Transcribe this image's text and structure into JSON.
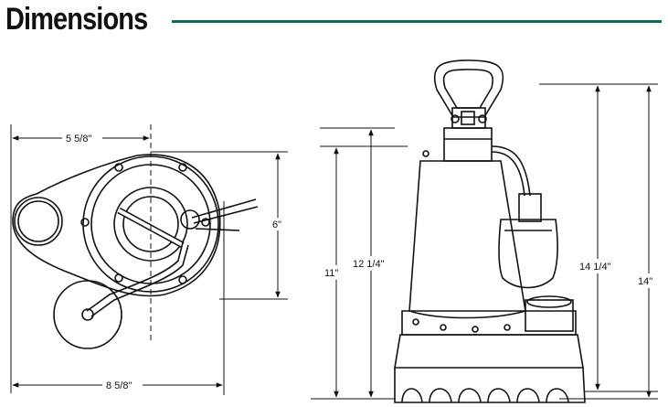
{
  "header": {
    "title": "Dimensions",
    "rule_color": "#0f6b52"
  },
  "top_view": {
    "width_top": "5 5/8\"",
    "width_bottom": "8 5/8\"",
    "height": "6\""
  },
  "side_view": {
    "height_body": "11\"",
    "height_total_body": "12 1/4\"",
    "height_handle": "14 1/4\"",
    "height_overall": "14\""
  }
}
